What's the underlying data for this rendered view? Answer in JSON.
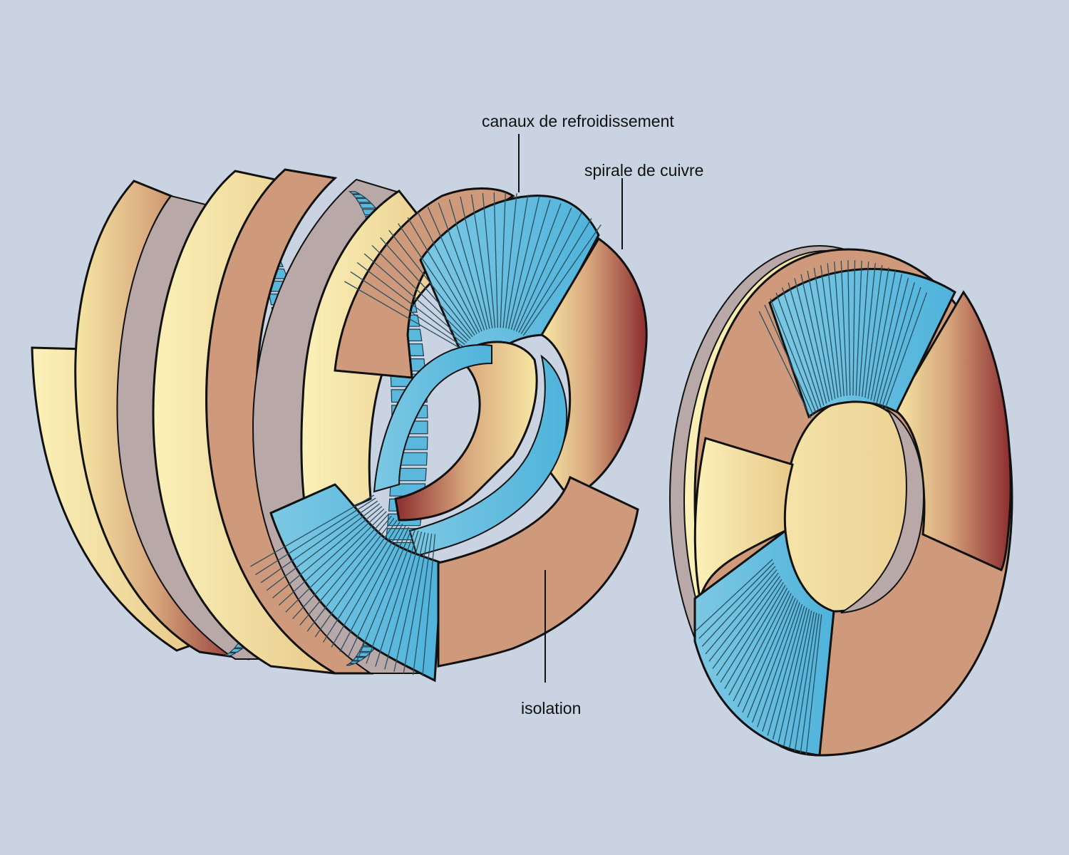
{
  "labels": {
    "cooling_channels": "canaux de refroidissement",
    "copper_spiral": "spirale de cuivre",
    "insulation": "isolation"
  },
  "colors": {
    "background": "#c9d3e2",
    "copper": "#cf9a7c",
    "copper_dark": "#8a2e2e",
    "insulation_yellow": "#f5e6a0",
    "cooling_blue": "#5ab8dc",
    "gap_grey": "#b8a9a8",
    "outline": "#111111"
  }
}
